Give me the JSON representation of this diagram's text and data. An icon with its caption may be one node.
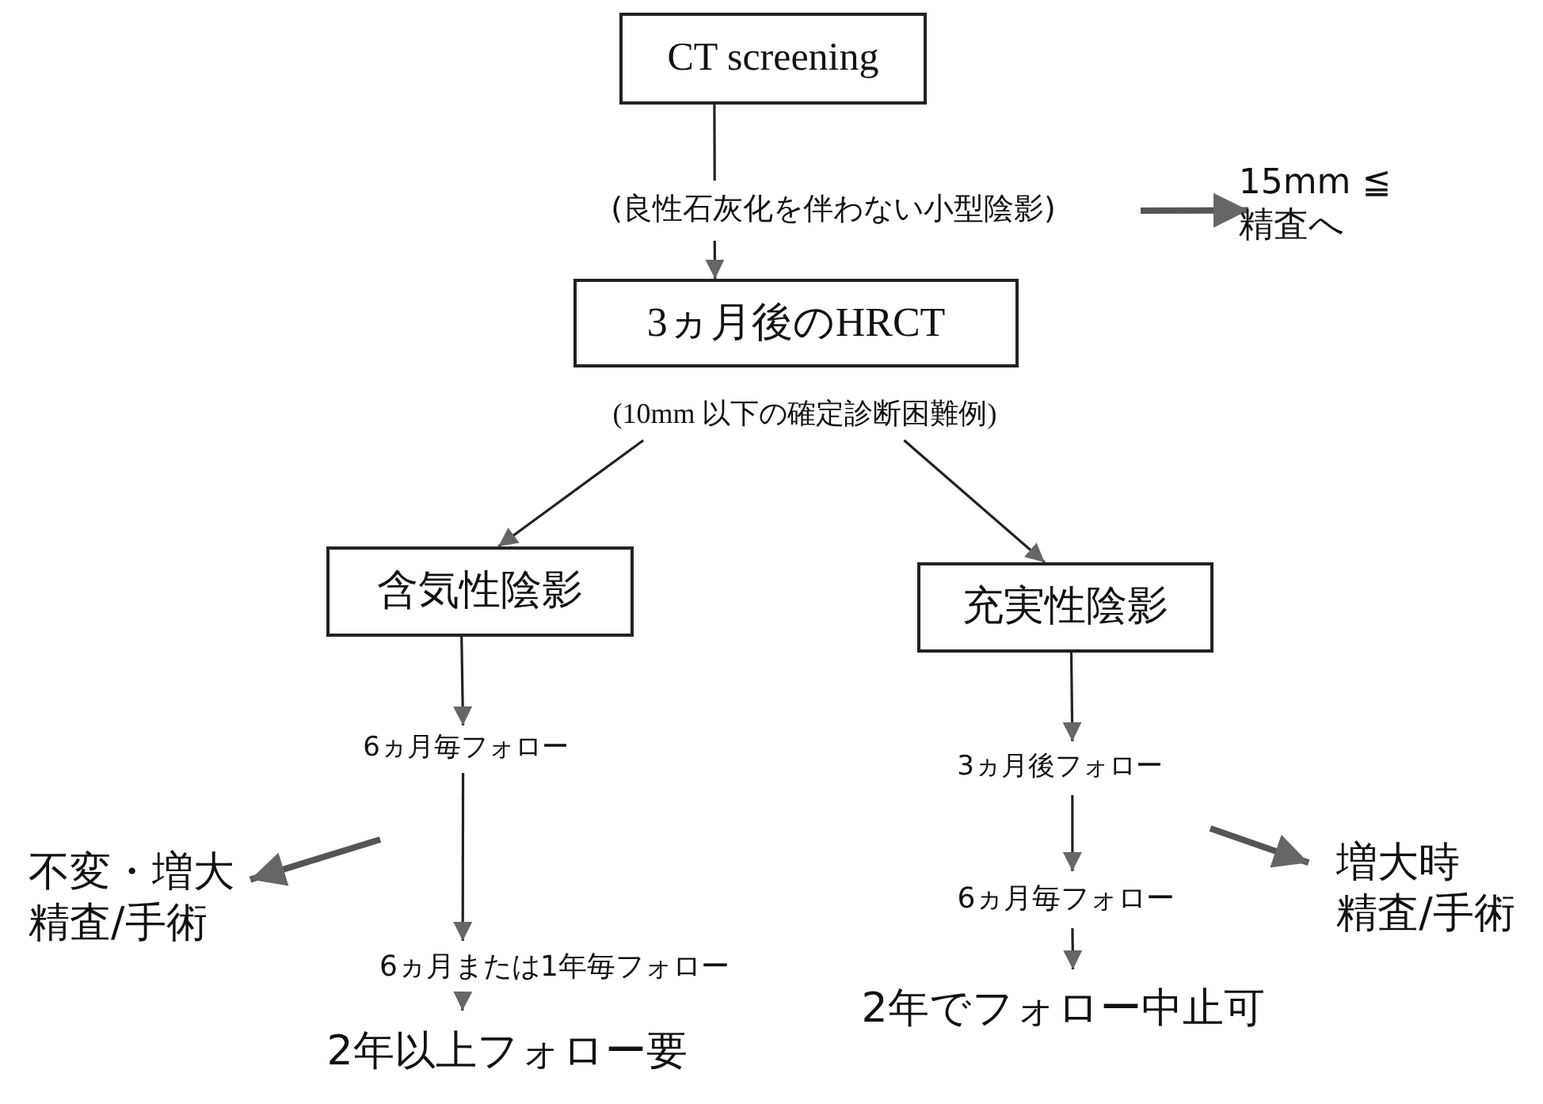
{
  "diagram": {
    "nodes": [
      {
        "text": [
          "CT screening"
        ]
      },
      {
        "text": [
          "(良性石灰化を伴わない小型陰影)"
        ]
      },
      {
        "text": [
          "15mm ≦精査へ"
        ]
      },
      {
        "text": [
          "3ヵ月後のHRCT"
        ]
      },
      {
        "text": [
          "(10mm 以下の確定診断困難例)"
        ]
      },
      {
        "text": [
          "含気性陰影"
        ]
      },
      {
        "text": [
          "充実性陰影"
        ]
      },
      {
        "text": [
          "6ヵ月毎フォロー"
        ]
      },
      {
        "text": [
          "不変・増大精査/手術"
        ]
      },
      {
        "text": [
          "6ヵ月または1年毎フォロー"
        ]
      },
      {
        "text": [
          "2年以上フォロー要"
        ]
      },
      {
        "text": [
          "3ヵ月後フォロー"
        ]
      },
      {
        "text": [
          "6ヵ月毎フォロー"
        ]
      },
      {
        "text": [
          "増大時精査/手術"
        ]
      },
      {
        "text": [
          "2年でフォロー中止可"
        ]
      }
    ],
    "edges": [
      {
        "from": 0,
        "to": 1,
        "arrow": "none"
      },
      {
        "from": 1,
        "to": 3,
        "arrow": "to"
      },
      {
        "from": 1,
        "to": 2,
        "arrow": "to",
        "style": "thick"
      },
      {
        "from": 4,
        "to": 5,
        "arrow": "to"
      },
      {
        "from": 4,
        "to": 6,
        "arrow": "to"
      },
      {
        "from": 5,
        "to": 7,
        "arrow": "to"
      },
      {
        "from": 7,
        "to": 9,
        "arrow": "to"
      },
      {
        "from": null,
        "to": 8,
        "arrow": "to",
        "style": "thick"
      },
      {
        "from": 9,
        "to": 10,
        "arrow": "to"
      },
      {
        "from": 6,
        "to": 11,
        "arrow": "to"
      },
      {
        "from": 11,
        "to": 12,
        "arrow": "to"
      },
      {
        "from": null,
        "to": 13,
        "arrow": "to",
        "style": "thick"
      },
      {
        "from": 12,
        "to": 14,
        "arrow": "to"
      }
    ]
  }
}
